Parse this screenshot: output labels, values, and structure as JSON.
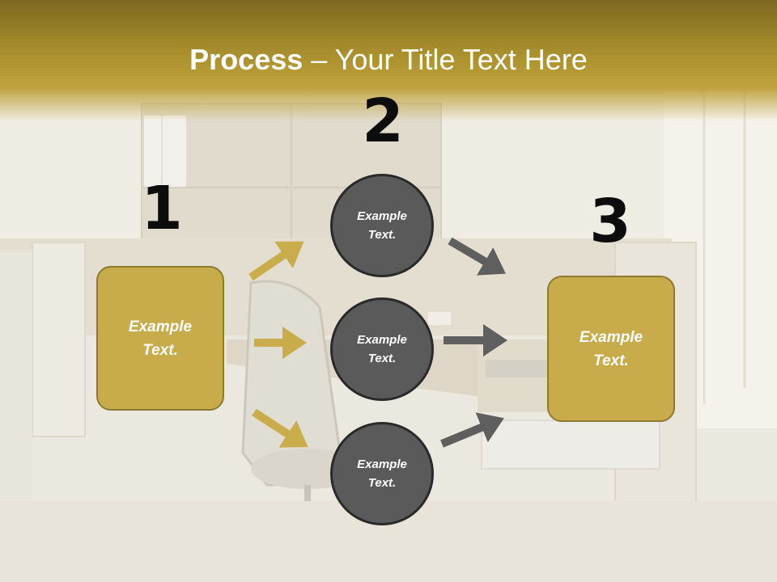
{
  "title": {
    "bold": "Process",
    "rest": " – Your Title Text Here"
  },
  "steps": [
    {
      "number": "1"
    },
    {
      "number": "2"
    },
    {
      "number": "3"
    }
  ],
  "boxes": {
    "left": "Example Text.",
    "right": "Example Text."
  },
  "circles": [
    "Example Text.",
    "Example Text.",
    "Example Text."
  ],
  "colors": {
    "gold": "#c8ab4a",
    "gold_border": "#8c7a32",
    "circle_fill": "#5a5a5a",
    "arrow_gold": "#c9ac4b",
    "arrow_gray": "#5f5f5f",
    "title_band": "#a68c2b"
  }
}
